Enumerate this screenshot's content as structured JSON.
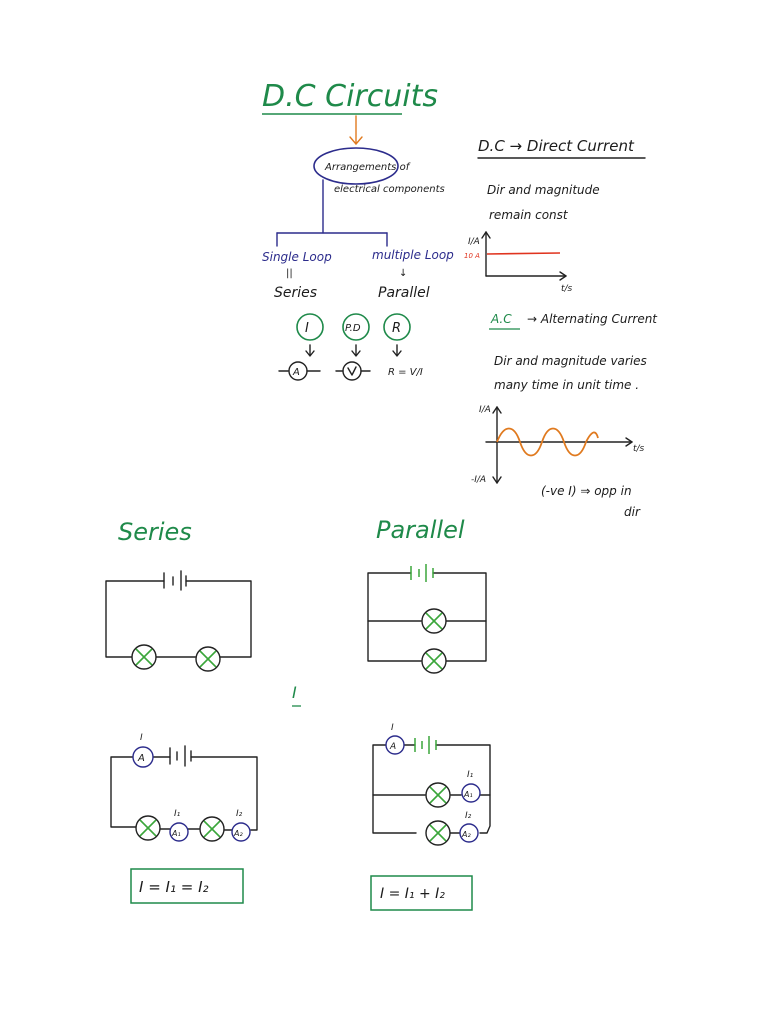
{
  "title": "D.C Circuits",
  "central_node": {
    "line1": "Arrangements of",
    "line2": "electrical components"
  },
  "branches": {
    "left": {
      "top": "Single Loop",
      "mid": "||",
      "bottom": "Series"
    },
    "right": {
      "top": "multiple Loop",
      "mid": "↓",
      "bottom": "Parallel"
    }
  },
  "quantities": [
    {
      "symbol": "I",
      "meter": "A"
    },
    {
      "symbol": "P.D",
      "meter": "V"
    },
    {
      "symbol": "R",
      "formula": "R = V/I"
    }
  ],
  "dc_note": {
    "heading": "D.C → Direct Current",
    "line1": "Dir and magnitude",
    "line2": "remain const",
    "graph": {
      "y_label": "I/A",
      "x_label": "t/s",
      "value_label": "10 A"
    }
  },
  "ac_note": {
    "heading_abbr": "A.C",
    "heading_text": "→ Alternating Current",
    "line1": "Dir and magnitude varies",
    "line2": "many time in unit time .",
    "graph": {
      "y_label_pos": "I/A",
      "y_label_neg": "-I/A",
      "x_label": "t/s"
    },
    "note": "(-ve I) ⇒ opp in",
    "note2": "dir"
  },
  "sections": {
    "series": "Series",
    "parallel": "Parallel"
  },
  "middle_symbol": "I",
  "series_meters": {
    "main": "A",
    "m1": "A₁",
    "m2": "A₂",
    "l0": "I",
    "l1": "I₁",
    "l2": "I₂"
  },
  "parallel_meters": {
    "main": "A",
    "m1": "A₁",
    "m2": "A₂",
    "l0": "I",
    "l1": "I₁",
    "l2": "I₂"
  },
  "equations": {
    "series": "I = I₁ = I₂",
    "parallel": "I = I₁ + I₂"
  },
  "colors": {
    "green": "#1f8a4a",
    "orange": "#e07a1f",
    "blue": "#2c2c8c",
    "red": "#e0341f",
    "bulb_cross": "#3aa63a"
  }
}
